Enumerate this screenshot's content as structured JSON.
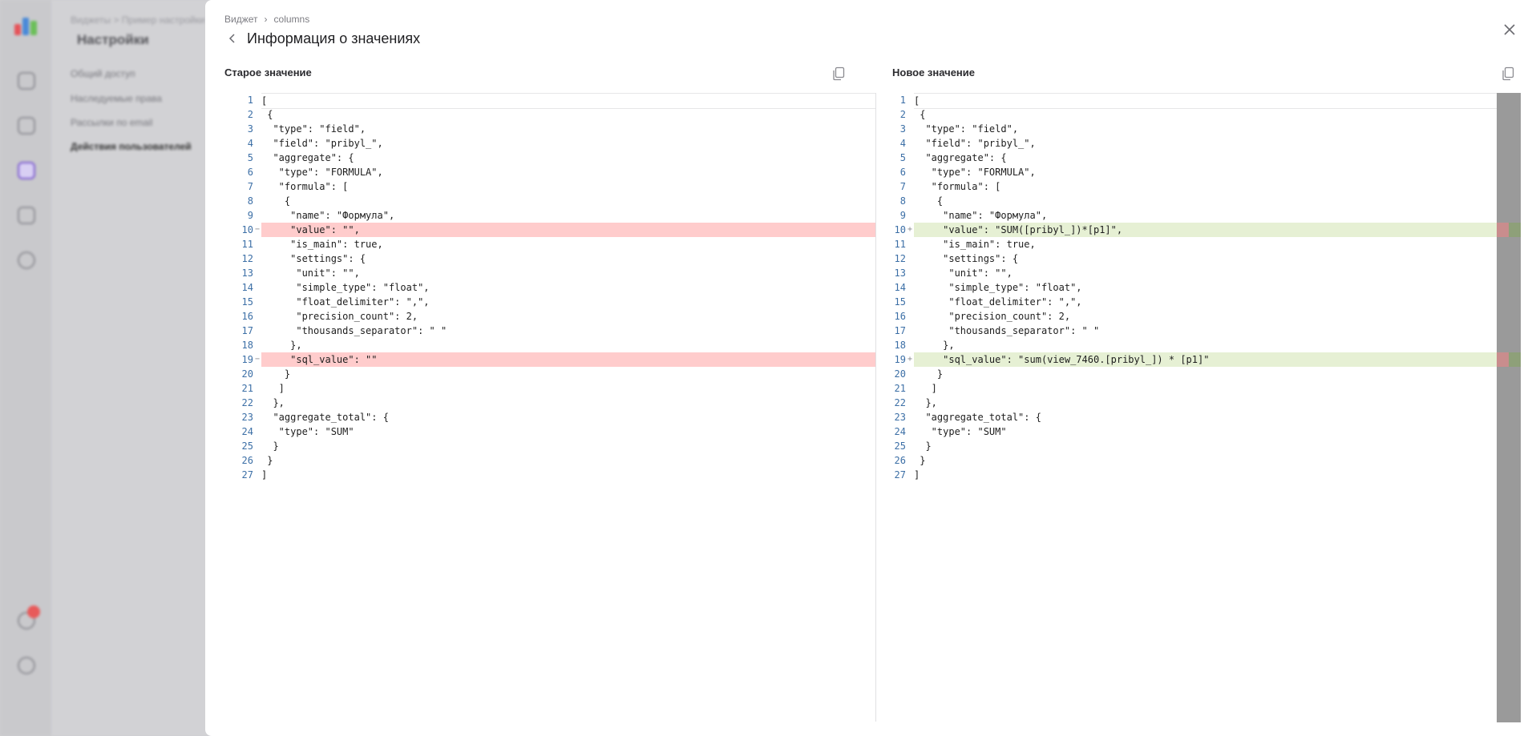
{
  "background": {
    "breadcrumb": "Виджеты  >  Пример настройки",
    "page_title": "Настройки",
    "menu": [
      "Общий доступ",
      "Наследуемые права",
      "Рассылки по email",
      "Действия пользователей"
    ]
  },
  "modal": {
    "breadcrumb": {
      "root": "Виджет",
      "separator": "›",
      "current": "columns"
    },
    "title": "Информация о значениях",
    "old_label": "Старое значение",
    "new_label": "Новое значение",
    "old_lines": [
      "[",
      " {",
      "  \"type\": \"field\",",
      "  \"field\": \"pribyl_\",",
      "  \"aggregate\": {",
      "   \"type\": \"FORMULA\",",
      "   \"formula\": [",
      "    {",
      "     \"name\": \"Формула\",",
      "     \"value\": \"\",",
      "     \"is_main\": true,",
      "     \"settings\": {",
      "      \"unit\": \"\",",
      "      \"simple_type\": \"float\",",
      "      \"float_delimiter\": \",\",",
      "      \"precision_count\": 2,",
      "      \"thousands_separator\": \" \"",
      "     },",
      "     \"sql_value\": \"\"",
      "    }",
      "   ]",
      "  },",
      "  \"aggregate_total\": {",
      "   \"type\": \"SUM\"",
      "  }",
      " }",
      "]"
    ],
    "new_lines": [
      "[",
      " {",
      "  \"type\": \"field\",",
      "  \"field\": \"pribyl_\",",
      "  \"aggregate\": {",
      "   \"type\": \"FORMULA\",",
      "   \"formula\": [",
      "    {",
      "     \"name\": \"Формула\",",
      "     \"value\": \"SUM([pribyl_])*[p1]\",",
      "     \"is_main\": true,",
      "     \"settings\": {",
      "      \"unit\": \"\",",
      "      \"simple_type\": \"float\",",
      "      \"float_delimiter\": \",\",",
      "      \"precision_count\": 2,",
      "      \"thousands_separator\": \" \"",
      "     },",
      "     \"sql_value\": \"sum(view_7460.[pribyl_]) * [p1]\"",
      "    }",
      "   ]",
      "  },",
      "  \"aggregate_total\": {",
      "   \"type\": \"SUM\"",
      "  }",
      " }",
      "]"
    ],
    "changed_lines": [
      10,
      19
    ],
    "del_marker": "−",
    "ins_marker": "+"
  },
  "colors": {
    "deleted": "#ffcccc",
    "inserted": "#e6f0d4",
    "line_number": "#3c6fa6"
  }
}
